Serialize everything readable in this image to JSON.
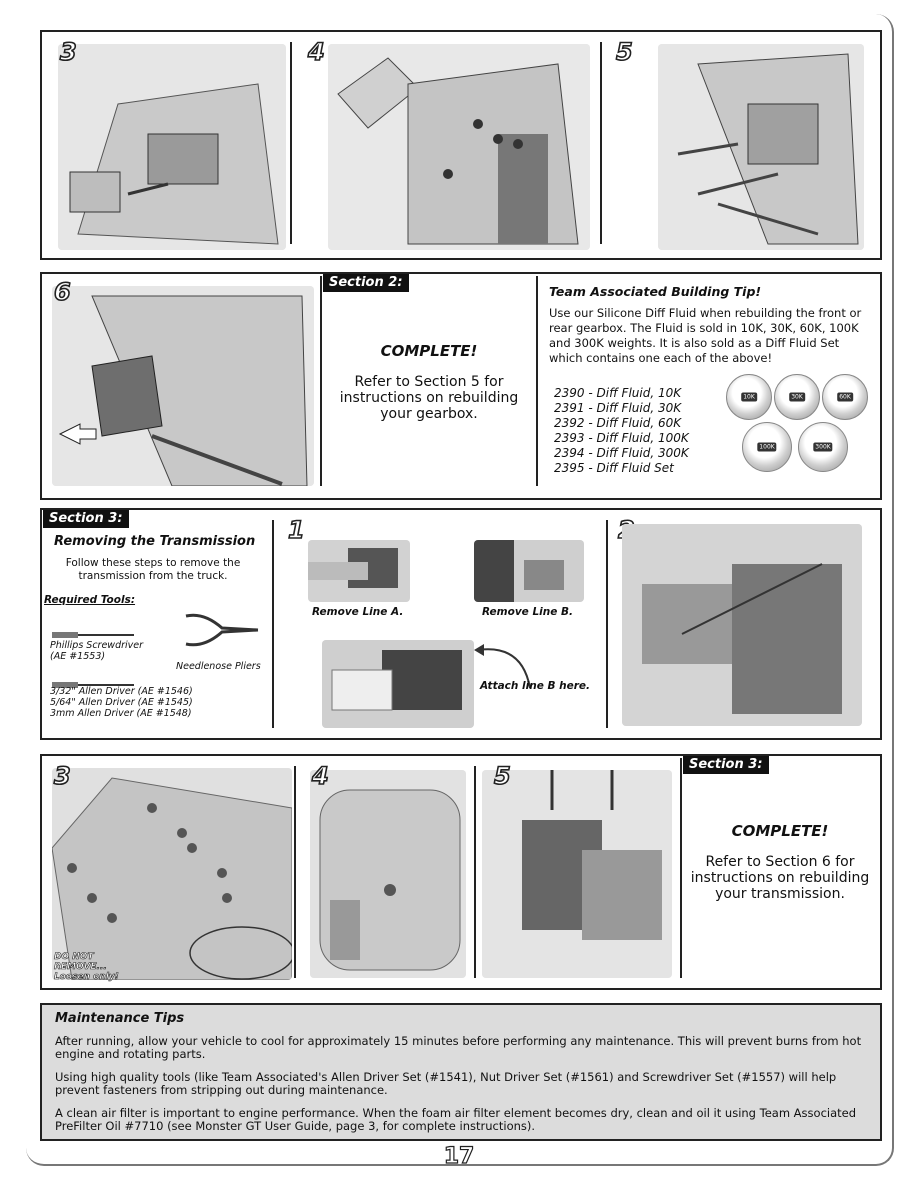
{
  "steps": {
    "s3a": "3",
    "s4a": "4",
    "s5a": "5",
    "s6": "6",
    "s1b": "1",
    "s2b": "2",
    "s3b": "3",
    "s4b": "4",
    "s5b": "5"
  },
  "section2": {
    "tag": "Section 2:",
    "complete": "COMPLETE!",
    "refer": "Refer to Section 5 for instructions on rebuilding your gearbox."
  },
  "tip": {
    "title": "Team Associated Building Tip!",
    "body": "Use our Silicone Diff Fluid when rebuilding the front or rear gearbox.  The Fluid is sold in 10K, 30K, 60K, 100K and 300K weights.  It is also sold as a Diff Fluid Set which contains one each of the above!",
    "fluids": [
      "2390 - Diff Fluid, 10K",
      "2391 - Diff Fluid, 30K",
      "2392 - Diff Fluid, 60K",
      "2393 - Diff Fluid, 100K",
      "2394 - Diff Fluid, 300K",
      "2395 - Diff Fluid Set"
    ],
    "jar_labels": [
      "10K",
      "30K",
      "60K",
      "100K",
      "300K"
    ]
  },
  "section3": {
    "tag": "Section 3:",
    "title": "Removing the Transmission",
    "intro": "Follow these steps to remove the transmission from the truck.",
    "tools_heading": "Required Tools:",
    "phillips": "Phillips Screwdriver",
    "phillips_part": "(AE #1553)",
    "pliers": "Needlenose Pliers",
    "allen1": "3/32\" Allen Driver (AE #1546)",
    "allen2": "5/64\" Allen Driver (AE #1545)",
    "allen3": "3mm Allen Driver (AE #1548)",
    "remove_a": "Remove Line A.",
    "remove_b": "Remove Line B.",
    "attach_b": "Attach line B here.",
    "do_not_remove": "DO NOT REMOVE... Loosen only!"
  },
  "section3_complete": {
    "tag": "Section 3:",
    "complete": "COMPLETE!",
    "refer": "Refer to Section 6 for instructions on rebuilding your transmission."
  },
  "maintenance": {
    "title": "Maintenance Tips",
    "p1": "After running, allow your vehicle to cool for approximately 15 minutes before performing any maintenance.  This will prevent burns from hot engine and rotating parts.",
    "p2": "Using high quality tools (like Team Associated's Allen Driver Set (#1541), Nut Driver Set (#1561) and Screwdriver Set (#1557) will help prevent fasteners from stripping out during maintenance.",
    "p3": "A clean air filter is important to engine performance.  When the foam air filter element becomes dry, clean and oil it using Team Associated PreFilter Oil #7710 (see Monster GT User Guide, page 3, for complete instructions)."
  },
  "page_number": "17"
}
